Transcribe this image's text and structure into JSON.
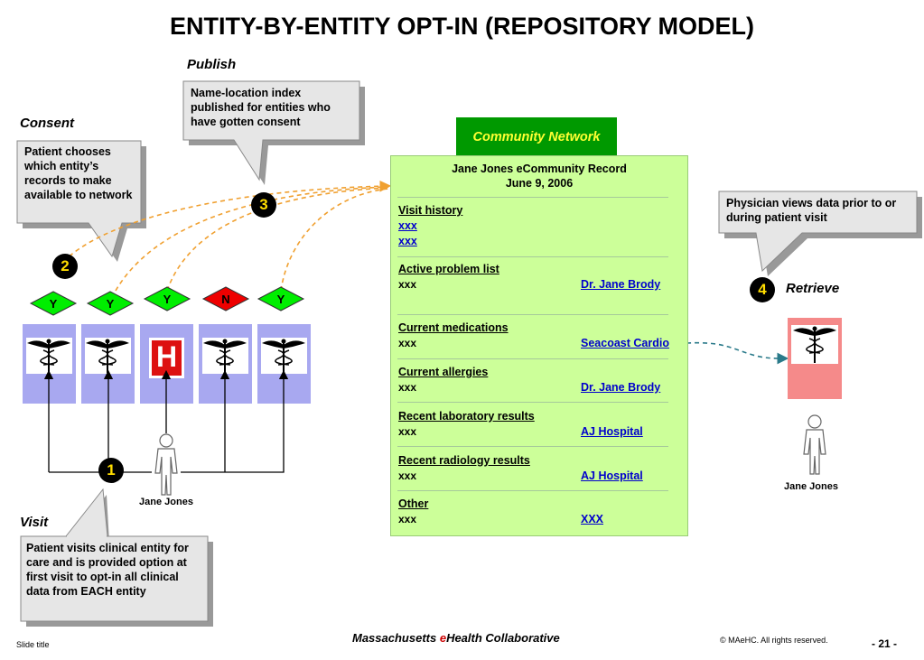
{
  "title": "ENTITY-BY-ENTITY OPT-IN (REPOSITORY MODEL)",
  "labels": {
    "publish": "Publish",
    "consent": "Consent",
    "visit": "Visit",
    "retrieve": "Retrieve"
  },
  "callouts": {
    "publish": "Name-location index published for entities who have gotten consent",
    "consent": "Patient chooses which entity’s records to make available to network",
    "visit": "Patient visits clinical entity for care and is provided option at first visit to opt-in all clinical data from EACH entity",
    "retrieve": "Physician views data prior to or during patient visit"
  },
  "steps": [
    "1",
    "2",
    "3",
    "4"
  ],
  "consents": [
    "Y",
    "Y",
    "Y",
    "N",
    "Y"
  ],
  "hospital_letter": "H",
  "colors": {
    "consent_yes": "#00ee00",
    "consent_no": "#ee0000",
    "entity_box": "#a8a8f0",
    "retrieve_box": "#f58a8a",
    "network_header": "#009900",
    "record_bg": "#ccff99",
    "dashed_orange": "#f0a030",
    "dashed_teal": "#2a7a8a",
    "badge_text": "#ffdd00"
  },
  "community_network": {
    "header": "Community Network",
    "record_title": "Jane Jones eCommunity Record",
    "record_date": "June 9, 2006",
    "sections": [
      {
        "heading": "Visit history",
        "values": [
          "xxx",
          "xxx"
        ],
        "source": ""
      },
      {
        "heading": "Active problem list",
        "values": [
          "xxx"
        ],
        "source": "Dr. Jane Brody"
      },
      {
        "heading": "Current medications",
        "values": [
          "xxx"
        ],
        "source": "Seacoast Cardio"
      },
      {
        "heading": "Current allergies",
        "values": [
          "xxx"
        ],
        "source": "Dr. Jane Brody"
      },
      {
        "heading": "Recent laboratory results",
        "values": [
          "xxx"
        ],
        "source": "AJ Hospital"
      },
      {
        "heading": "Recent radiology results",
        "values": [
          "xxx"
        ],
        "source": "AJ Hospital"
      },
      {
        "heading": "Other",
        "values": [
          "xxx"
        ],
        "source": "XXX"
      }
    ]
  },
  "patient_name": "Jane Jones",
  "retrieve_patient_name": "Jane Jones",
  "footer": {
    "brand_prefix": "Massachusetts ",
    "brand_e": "e",
    "brand_suffix": "Health Collaborative",
    "slide_title": "Slide title",
    "copyright": "© MAeHC.  All rights reserved.",
    "page": "- 21 -"
  }
}
